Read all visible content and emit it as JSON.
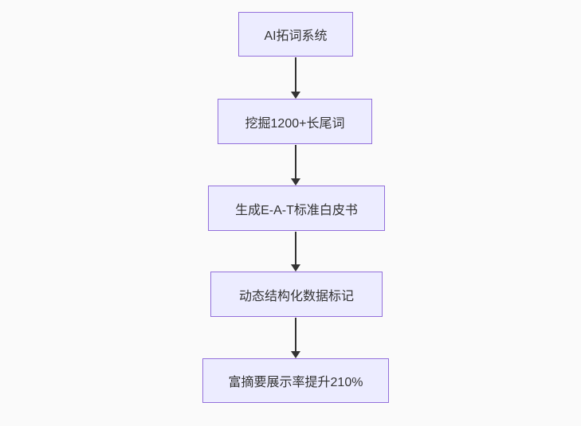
{
  "diagram": {
    "type": "flowchart",
    "direction": "top-down",
    "nodes": [
      {
        "label": "AI拓词系统"
      },
      {
        "label": "挖掘1200+长尾词"
      },
      {
        "label": "生成E-A-T标准白皮书"
      },
      {
        "label": "动态结构化数据标记"
      },
      {
        "label": "富摘要展示率提升210%"
      }
    ],
    "edges": [
      {
        "from": 0,
        "to": 1,
        "style": "arrow-down"
      },
      {
        "from": 1,
        "to": 2,
        "style": "arrow-down"
      },
      {
        "from": 2,
        "to": 3,
        "style": "arrow-down"
      },
      {
        "from": 3,
        "to": 4,
        "style": "arrow-down"
      }
    ],
    "colors": {
      "background": "#fafafa",
      "node_fill": "#ECECFF",
      "node_border": "#9370DB",
      "edge": "#333333",
      "text": "#333333"
    }
  }
}
